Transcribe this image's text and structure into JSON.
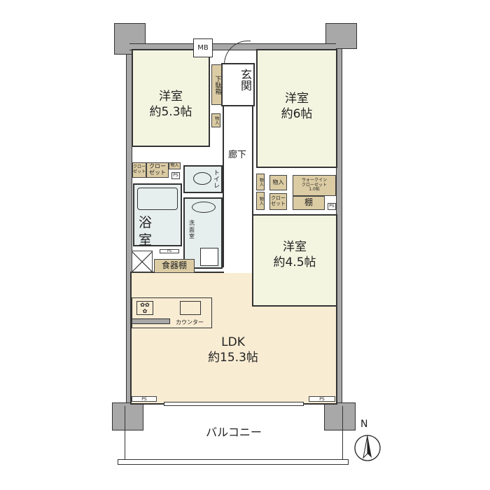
{
  "rooms": {
    "western1": {
      "name": "洋室",
      "size": "約5.3帖"
    },
    "western2": {
      "name": "洋室",
      "size": "約6帖"
    },
    "western3": {
      "name": "洋室",
      "size": "約4.5帖"
    },
    "ldk": {
      "name": "LDK",
      "size": "約15.3帖"
    },
    "entrance": "玄関",
    "corridor": "廊下",
    "bath": "浴",
    "bath2": "室",
    "toilet": "トイレ",
    "washroom": "洗面室",
    "balcony": "バルコニー"
  },
  "storage": {
    "mb": "MB",
    "shoe": "下駄箱",
    "storage": "物入",
    "closet_a": "クロー",
    "closet_b": "ゼット",
    "wic_a": "ウォークイン",
    "wic_b": "クローゼット",
    "wic_c": "1.0帖",
    "shelf": "棚",
    "cupboard": "食器棚",
    "counter": "カウンター",
    "ps": "PS"
  },
  "compass": "N"
}
